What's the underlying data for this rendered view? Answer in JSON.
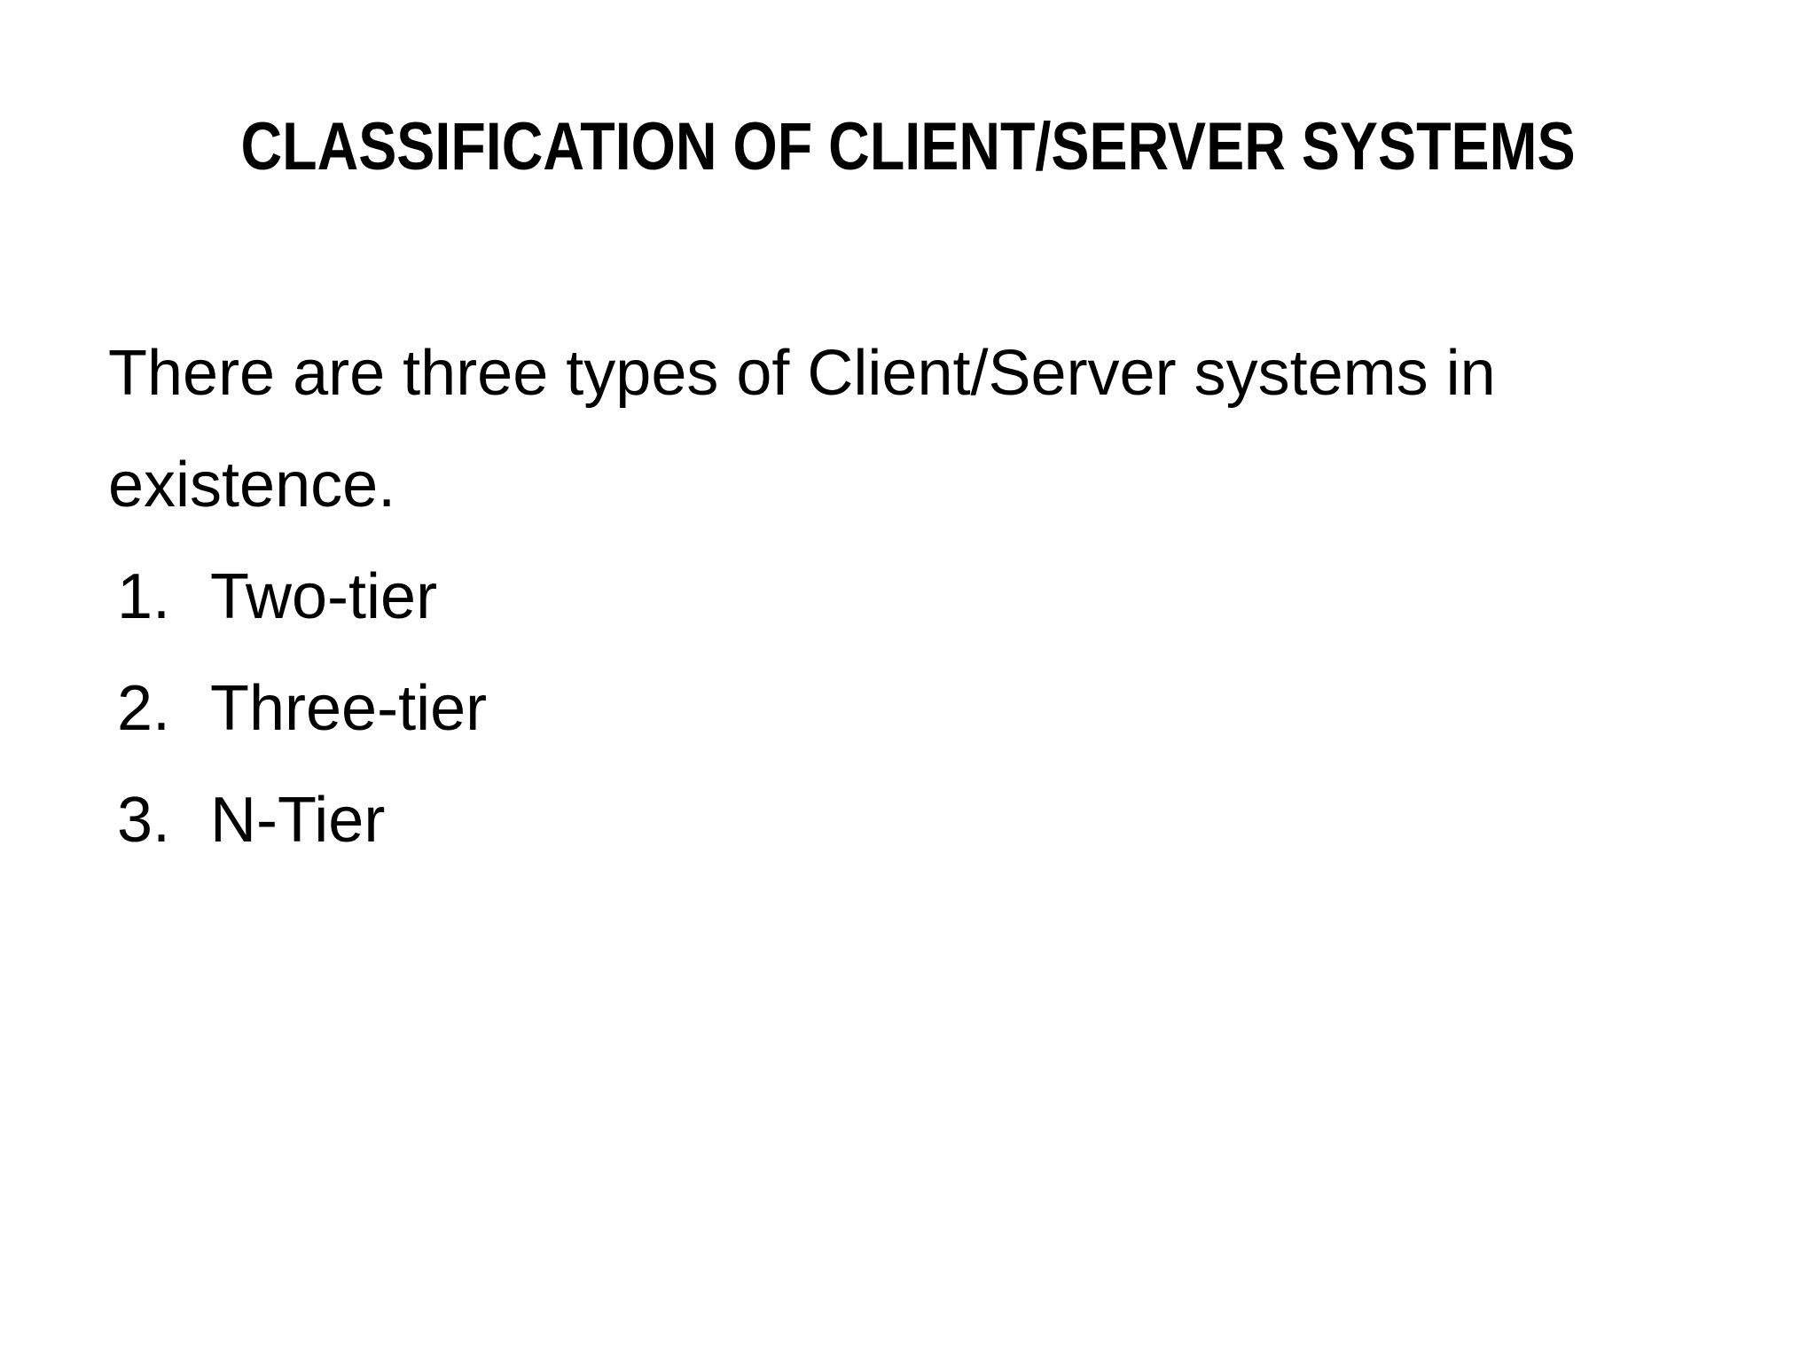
{
  "slide": {
    "title": "CLASSIFICATION OF CLIENT/SERVER SYSTEMS",
    "paragraph": {
      "text": "There are three types of Client/Server systems in existence.",
      "lines": [
        "There are three types of Client/Server systems in",
        "existence."
      ]
    },
    "list": {
      "style": "numbered",
      "items": [
        {
          "number": "1.",
          "label": "Two-tier"
        },
        {
          "number": "2.",
          "label": "Three-tier"
        },
        {
          "number": "3.",
          "label": "N-Tier"
        }
      ]
    },
    "colors": {
      "background": "#ffffff",
      "text": "#000000"
    }
  }
}
